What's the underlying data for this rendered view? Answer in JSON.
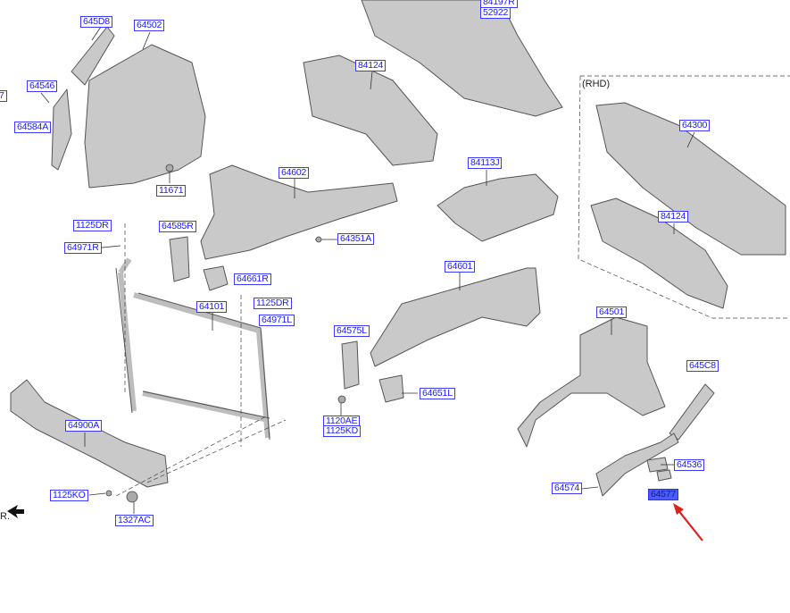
{
  "colors": {
    "label_text": "#1a1aff",
    "label_border": "#3a3aff",
    "highlight_bg": "#4a5cff",
    "arrow": "#e0201c",
    "part_fill": "#c9c9c9",
    "part_stroke": "#555555"
  },
  "rhd_note": "(RHD)",
  "fwd_text": "R.",
  "labels": {
    "p645d8": "645D8",
    "p64502": "64502",
    "p64546": "64546",
    "p7": "7",
    "p64584a": "64584A",
    "p11671": "11671",
    "p84124a": "84124",
    "p84197r": "84197R",
    "p52922": "52922",
    "p64300": "64300",
    "p84124b": "84124",
    "p84113j": "84113J",
    "p64602": "64602",
    "p64351a": "64351A",
    "p1125dr_a": "1125DR",
    "p64971r": "64971R",
    "p64585r": "64585R",
    "p64661r": "64661R",
    "p1125dr_b": "1125DR",
    "p64101": "64101",
    "p64971l": "64971L",
    "p64601": "64601",
    "p64575l": "64575L",
    "p64651l": "64651L",
    "p1120ae": "1120AE",
    "p1125kd": "1125KD",
    "p64900a": "64900A",
    "p1125ko": "1125KO",
    "p1327ac": "1327AC",
    "p64501": "64501",
    "p645c8": "645C8",
    "p64536": "64536",
    "p64574": "64574",
    "p64577": "64577"
  }
}
